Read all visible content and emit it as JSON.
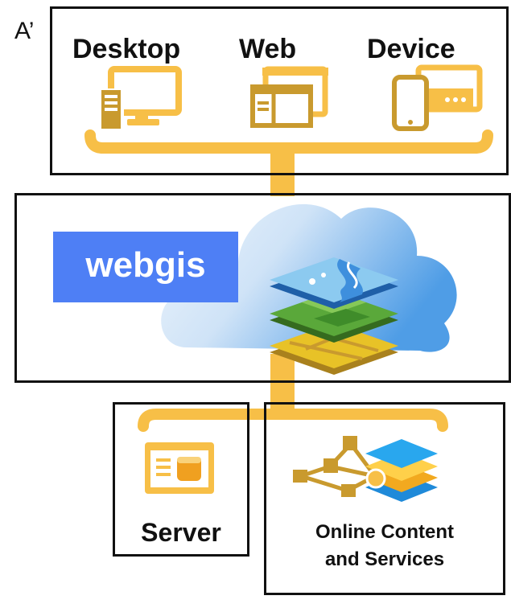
{
  "corner_text": "A’",
  "clients": {
    "desktop_label": "Desktop",
    "web_label": "Web",
    "device_label": "Device"
  },
  "cloud": {
    "badge_label": "webgis"
  },
  "server": {
    "label": "Server"
  },
  "online": {
    "label_line1": "Online Content",
    "label_line2": "and Services"
  },
  "colors": {
    "gold": "#f7bf47",
    "gold_dark": "#c99a2e",
    "badge_blue": "#4e7ff5",
    "cloud_light": "#e6f1fb",
    "cloud_dark": "#5aa4e6",
    "layer_water": "#3e8fdd",
    "layer_green": "#5aa83a",
    "layer_yellow": "#e8c227",
    "outline": "#111111"
  },
  "icons": [
    "desktop-icon",
    "web-browser-icon",
    "mobile-device-icon",
    "server-icon",
    "network-icon",
    "stacked-layers-icon",
    "map-layers-icon"
  ]
}
